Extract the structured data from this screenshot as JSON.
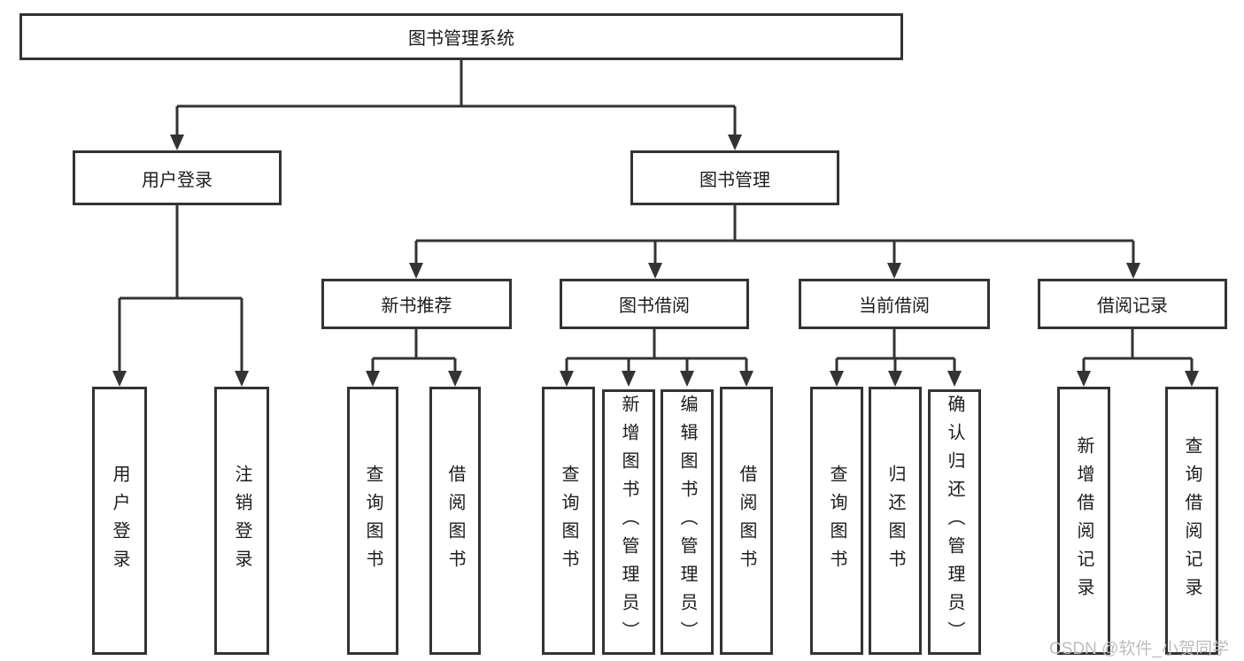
{
  "colors": {
    "line": "#333333",
    "text": "#1c1c1c",
    "bg": "#ffffff",
    "watermark": "#bdbdbd"
  },
  "nodes": {
    "root": "图书管理系统",
    "user_login": "用户登录",
    "book_mgmt": "图书管理",
    "new_book_rec": "新书推荐",
    "book_borrow": "图书借阅",
    "current_borrow": "当前借阅",
    "borrow_record": "借阅记录",
    "leaf_user_login": "用户登录",
    "leaf_logout": "注销登录",
    "rec_query_book": "查询图书",
    "rec_borrow_book": "借阅图书",
    "bb_query_book": "查询图书",
    "bb_add_book": "新增图书（管理员）",
    "bb_edit_book": "编辑图书（管理员）",
    "bb_borrow_book": "借阅图书",
    "cb_query_book": "查询图书",
    "cb_return_book": "归还图书",
    "cb_confirm_return": "确认归还（管理员）",
    "br_add_record": "新增借阅记录",
    "br_query_record": "查询借阅记录"
  },
  "watermark": "CSDN @软件_小贺同学"
}
